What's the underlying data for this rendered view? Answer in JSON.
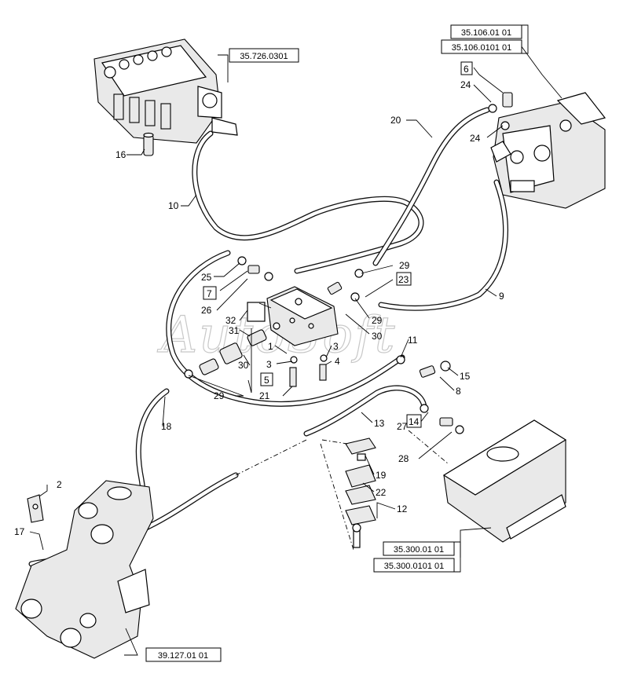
{
  "watermark": "AutoSoft",
  "references": {
    "ref_valve": "35.726.0301",
    "ref_pump_1": "35.106.01 01",
    "ref_pump_2": "35.106.0101 01",
    "ref_tank_1": "35.300.01 01",
    "ref_tank_2": "35.300.0101 01",
    "ref_frame": "39.127.01 01"
  },
  "callouts": {
    "n16": "16",
    "n10": "10",
    "n20": "20",
    "n6": "6",
    "n24a": "24",
    "n24b": "24",
    "n25": "25",
    "n7": "7",
    "n26": "26",
    "n32": "32",
    "n31": "31",
    "n29a": "29",
    "n23": "23",
    "n29b": "29",
    "n30a": "30",
    "n9": "9",
    "n1": "1",
    "n3a": "3",
    "n3b": "3",
    "n4": "4",
    "n11": "11",
    "n30b": "30",
    "n5": "5",
    "n21": "21",
    "n29c": "29",
    "n15": "15",
    "n8": "8",
    "n18": "18",
    "n13": "13",
    "n27": "27",
    "n14": "14",
    "n28": "28",
    "n19": "19",
    "n22": "22",
    "n12": "12",
    "n2": "2",
    "n17": "17"
  }
}
